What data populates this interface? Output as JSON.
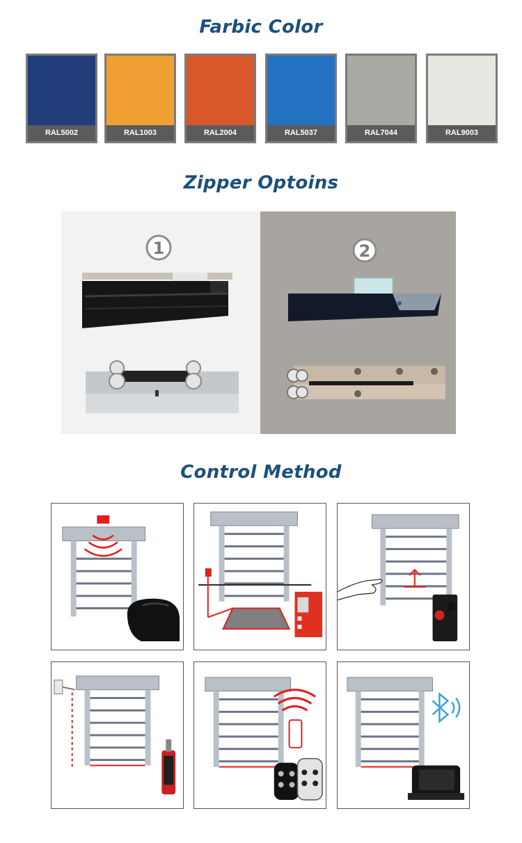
{
  "sections": {
    "fabric_title": "Farbic Color",
    "zipper_title": "Zipper Optoins",
    "control_title": "Control Method"
  },
  "swatches": [
    {
      "label": "RAL5002",
      "color": "#213e7b"
    },
    {
      "label": "RAL1003",
      "color": "#f0a032"
    },
    {
      "label": "RAL2004",
      "color": "#d8582a"
    },
    {
      "label": "RAL5037",
      "color": "#2472c2"
    },
    {
      "label": "RAL7044",
      "color": "#aaa9a4"
    },
    {
      "label": "RAL9003",
      "color": "#e7e7e1"
    }
  ],
  "zipper_options": [
    {
      "number": "1"
    },
    {
      "number": "2"
    }
  ],
  "control_methods": [
    {
      "icon": "radar-sensor-icon"
    },
    {
      "icon": "ground-loop-detector-icon"
    },
    {
      "icon": "hand-push-button-icon"
    },
    {
      "icon": "pull-switch-icon"
    },
    {
      "icon": "remote-control-icon"
    },
    {
      "icon": "bluetooth-icon"
    }
  ],
  "colors": {
    "title": "#1c4f7d",
    "accent_red": "#d8241f",
    "door_frame": "#9aa3ad",
    "slat": "#6e7485"
  }
}
